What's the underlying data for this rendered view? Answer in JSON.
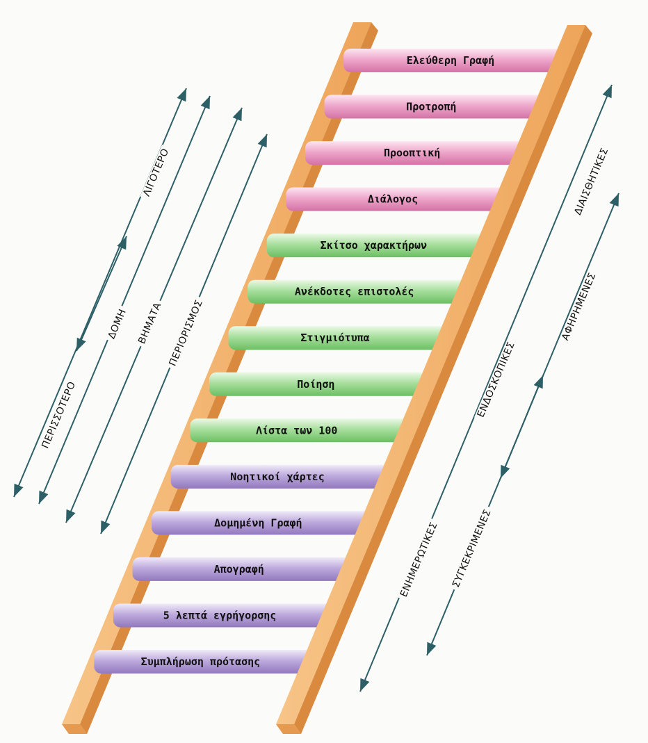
{
  "rungs": [
    {
      "label": "Ελεύθερη Γραφή",
      "color": "pink"
    },
    {
      "label": "Προτροπή",
      "color": "pink"
    },
    {
      "label": "Προοπτική",
      "color": "pink"
    },
    {
      "label": "Διάλογος",
      "color": "pink"
    },
    {
      "label": "Σκίτσο χαρακτήρων",
      "color": "green"
    },
    {
      "label": "Ανέκδοτες επιστολές",
      "color": "green"
    },
    {
      "label": "Στιγμιότυπα",
      "color": "green"
    },
    {
      "label": "Ποίηση",
      "color": "green"
    },
    {
      "label": "Λίστα των 100",
      "color": "green"
    },
    {
      "label": "Νοητικοί χάρτες",
      "color": "purple"
    },
    {
      "label": "Δομημένη Γραφή",
      "color": "purple"
    },
    {
      "label": "Απογραφή",
      "color": "purple"
    },
    {
      "label": "5 λεπτά εγρήγορσης",
      "color": "purple"
    },
    {
      "label": "Συμπλήρωση πρότασης",
      "color": "purple"
    }
  ],
  "colors": {
    "pink": "#e8a0c4",
    "green": "#9fd896",
    "purple": "#b7a3d6",
    "rail": "#f3b068",
    "arrow": "#2c5f66"
  },
  "left_arrows": [
    {
      "upper_label": "ΛΙΓΟΤΕΡΟ",
      "lower_label": "ΠΕΡΙΣΣΟΤΕΡΟ"
    },
    {
      "label": "ΔΟΜΗ"
    },
    {
      "label": "ΒΗΜΑΤΑ"
    },
    {
      "label": "ΠΕΡΙΟΡΙΣΜΟΣ"
    }
  ],
  "right_arrows": [
    {
      "label": "ΕΝΗΜΕΡΩΤΙΚΕΣ",
      "label2": "ΕΝΔΟΣΚΟΠΙΚΕΣ",
      "label3": "ΔΙΑΙΣΘΗΤΙΚΕΣ"
    },
    {
      "label": "ΣΥΓΚΕΚΡΙΜΕΝΕΣ",
      "label2": "ΑΦΗΡΗΜΕΝΕΣ"
    }
  ]
}
